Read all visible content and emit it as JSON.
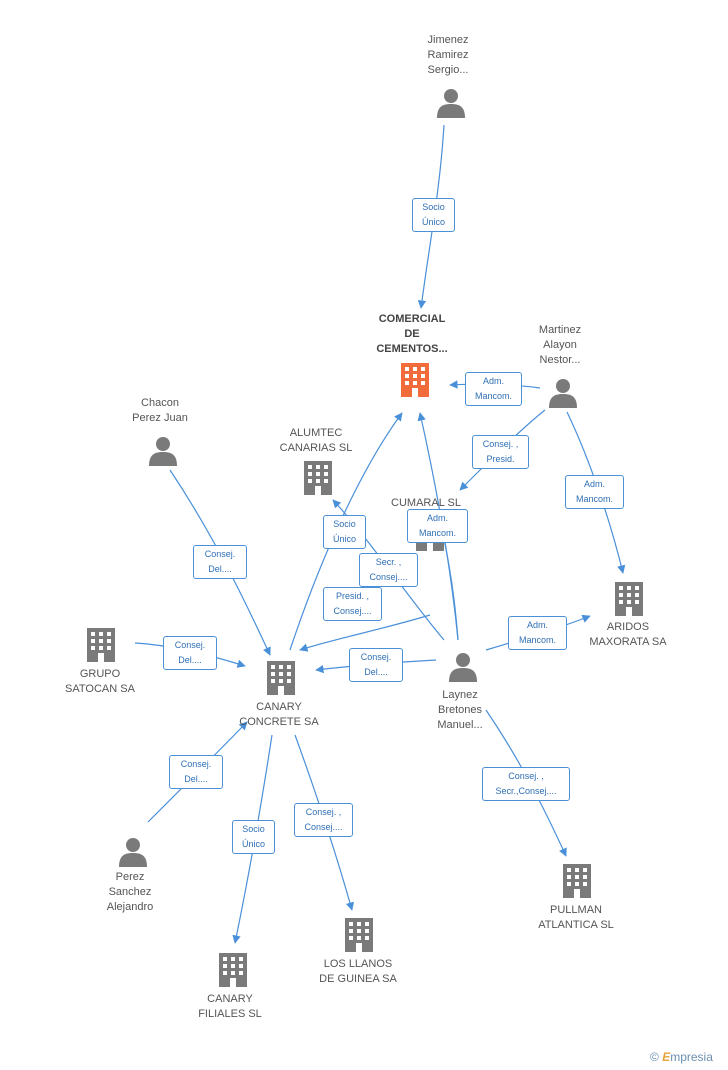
{
  "nodes": {
    "jimenez": "Jimenez\nRamirez\nSergio...",
    "comercial": "COMERCIAL\nDE\nCEMENTOS...",
    "martinez": "Martinez\nAlayon\nNestor...",
    "chacon": "Chacon\nPerez Juan",
    "alumtec": "ALUMTEC\nCANARIAS SL",
    "cumaral": "CUMARAL SL",
    "aridos": "ARIDOS\nMAXORATA SA",
    "grupo": "GRUPO\nSATOCAN SA",
    "canary_concrete": "CANARY\nCONCRETE SA",
    "laynez": "Laynez\nBretones\nManuel...",
    "perez": "Perez\nSanchez\nAlejandro",
    "pullman": "PULLMAN\nATLANTICA SL",
    "canary_filiales": "CANARY\nFILIALES  SL",
    "llanos": "LOS LLANOS\nDE GUINEA SA"
  },
  "edges": {
    "e1": "Socio\nÚnico",
    "e2": "Adm.\nMancom.",
    "e3": "Consej. ,\nPresid.",
    "e4": "Adm.\nMancom.",
    "e5": "Consej.\nDel....",
    "e6": "Socio\nÚnico",
    "e7": "Adm.\nMancom.",
    "e8": "Secr. ,\nConsej....",
    "e9": "Presid. ,\nConsej....",
    "e10": "Adm.\nMancom.",
    "e11": "Consej.\nDel....",
    "e12": "Consej.\nDel....",
    "e13": "Consej.\nDel....",
    "e14": "Consej. ,\nSecr.,Consej....",
    "e15": "Socio\nÚnico",
    "e16": "Consej. ,\nConsej...."
  },
  "brand": {
    "symbol": "©",
    "name": "mpresia",
    "initial": "E"
  },
  "colors": {
    "edge": "#4a90d9",
    "icon": "#7a7a7a",
    "highlight": "#f26b3a"
  }
}
